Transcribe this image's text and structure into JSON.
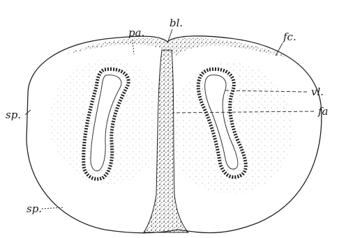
{
  "figure": {
    "labels": {
      "pa": "pa.",
      "bl": "bl.",
      "fc": "fc.",
      "vl": "vl.",
      "fa": "fa",
      "sp_left": "sp.",
      "sp_bottom": "sp."
    }
  }
}
